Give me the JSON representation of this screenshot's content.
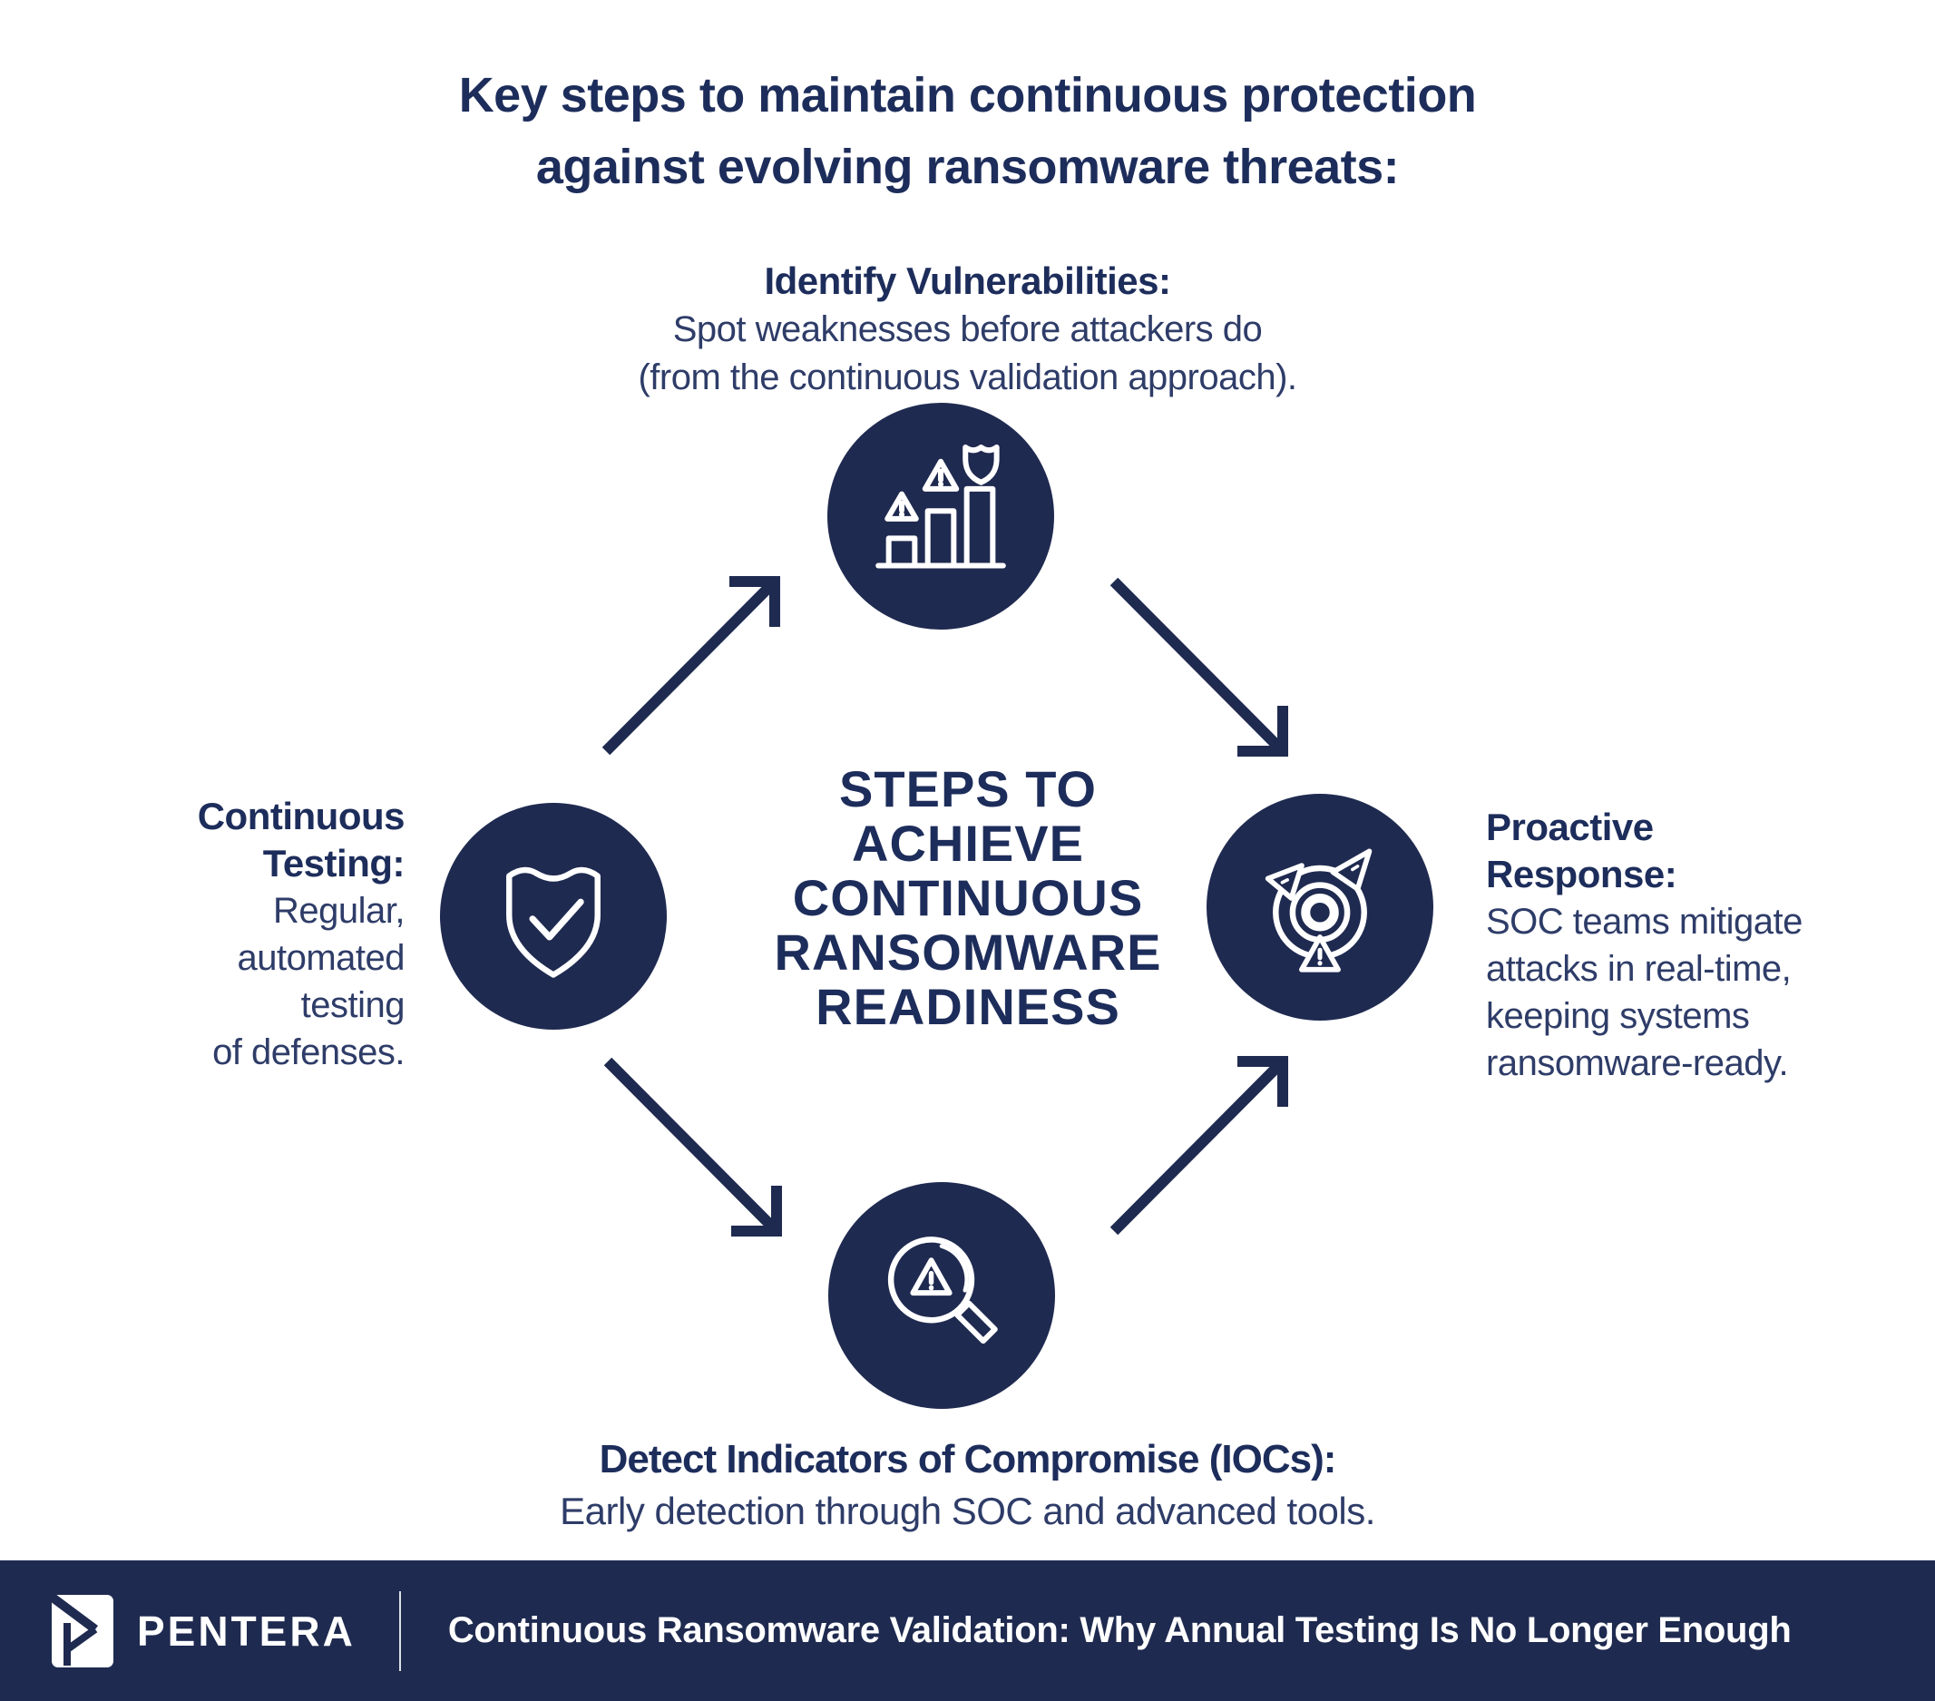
{
  "title": {
    "line1": "Key steps to maintain continuous protection",
    "line2": "against evolving ransomware threats:"
  },
  "center": {
    "lines": [
      "STEPS TO",
      "ACHIEVE",
      "CONTINUOUS",
      "RANSOMWARE",
      "READINESS"
    ]
  },
  "nodes": {
    "top": {
      "heading": "Identify Vulnerabilities:",
      "desc_lines": [
        "Spot weaknesses before attackers do",
        "(from the continuous validation approach)."
      ],
      "icon": "risk-bar-chart-icon"
    },
    "left": {
      "heading_lines": [
        "Continuous",
        "Testing:"
      ],
      "desc_lines": [
        "Regular,",
        "automated",
        "testing",
        "of defenses."
      ],
      "icon": "shield-check-icon"
    },
    "right": {
      "heading_lines": [
        "Proactive",
        "Response:"
      ],
      "desc_lines": [
        "SOC teams mitigate",
        "attacks in real-time,",
        "keeping systems",
        "ransomware-ready."
      ],
      "icon": "target-response-icon"
    },
    "bottom": {
      "heading": "Detect Indicators of Compromise (IOCs):",
      "desc": "Early detection through SOC and advanced tools.",
      "icon": "magnifier-alert-icon"
    }
  },
  "flow": {
    "arrows": [
      "left-to-top",
      "top-to-right",
      "left-to-bottom",
      "bottom-to-right"
    ]
  },
  "footer": {
    "brand": "PENTERA",
    "logo_icon": "pentera-logo-icon",
    "tagline": "Continuous Ransomware Validation: Why Annual Testing Is No Longer Enough"
  },
  "colors": {
    "navy": "#1f2a50",
    "heading": "#1d2d5b",
    "body": "#2e3c68",
    "background": "#ffffff",
    "white": "#ffffff"
  }
}
